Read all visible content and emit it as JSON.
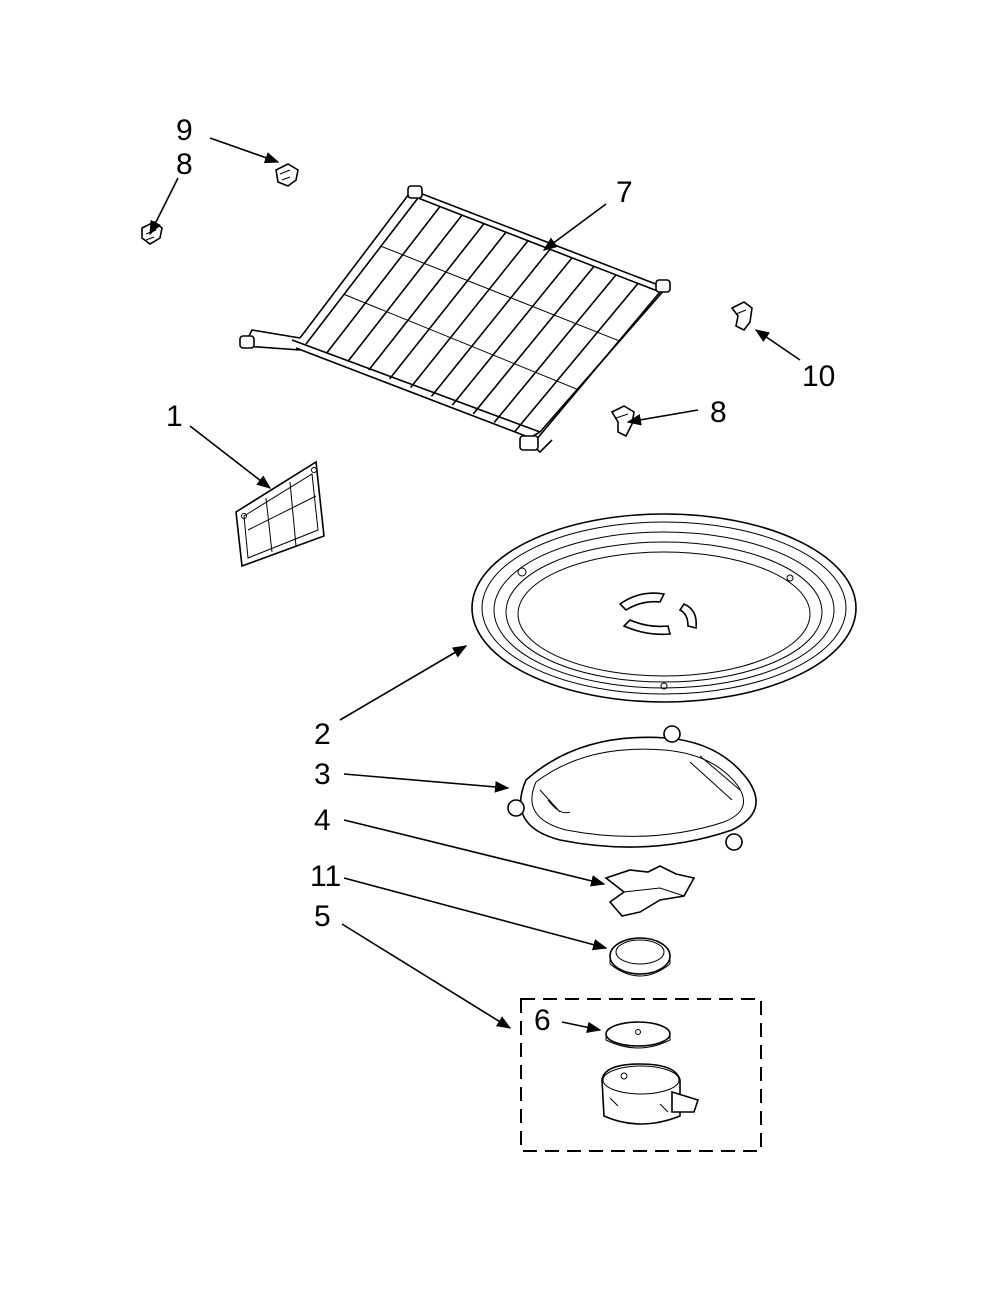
{
  "diagram": {
    "background": "#ffffff",
    "ink": "#000000",
    "callouts": [
      {
        "id": "c9",
        "text": "9"
      },
      {
        "id": "c8a",
        "text": "8"
      },
      {
        "id": "c7",
        "text": "7"
      },
      {
        "id": "c10",
        "text": "10"
      },
      {
        "id": "c8b",
        "text": "8"
      },
      {
        "id": "c1",
        "text": "1"
      },
      {
        "id": "c2",
        "text": "2"
      },
      {
        "id": "c3",
        "text": "3"
      },
      {
        "id": "c4",
        "text": "4"
      },
      {
        "id": "c11",
        "text": "11"
      },
      {
        "id": "c5",
        "text": "5"
      },
      {
        "id": "c6",
        "text": "6"
      }
    ]
  }
}
